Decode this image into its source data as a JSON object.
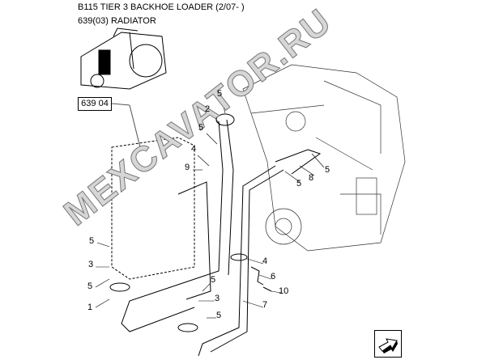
{
  "header": {
    "title": "B115 TIER 3 BACKHOE LOADER (2/07- )",
    "subtitle": "639(03) RADIATOR"
  },
  "reference_box": "639 04",
  "watermark": "MEXCAVATOR.RU",
  "callouts": [
    {
      "id": "c1",
      "label": "5"
    },
    {
      "id": "c2",
      "label": "2"
    },
    {
      "id": "c3",
      "label": "5"
    },
    {
      "id": "c4",
      "label": "4"
    },
    {
      "id": "c5",
      "label": "9"
    },
    {
      "id": "c6",
      "label": "5"
    },
    {
      "id": "c7",
      "label": "8"
    },
    {
      "id": "c8",
      "label": "5"
    },
    {
      "id": "c9",
      "label": "5"
    },
    {
      "id": "c10",
      "label": "3"
    },
    {
      "id": "c11",
      "label": "5"
    },
    {
      "id": "c12",
      "label": "1"
    },
    {
      "id": "c13",
      "label": "4"
    },
    {
      "id": "c14",
      "label": "6"
    },
    {
      "id": "c15",
      "label": "10"
    },
    {
      "id": "c16",
      "label": "7"
    },
    {
      "id": "c17",
      "label": "5"
    },
    {
      "id": "c18",
      "label": "3"
    },
    {
      "id": "c19",
      "label": "5"
    }
  ]
}
